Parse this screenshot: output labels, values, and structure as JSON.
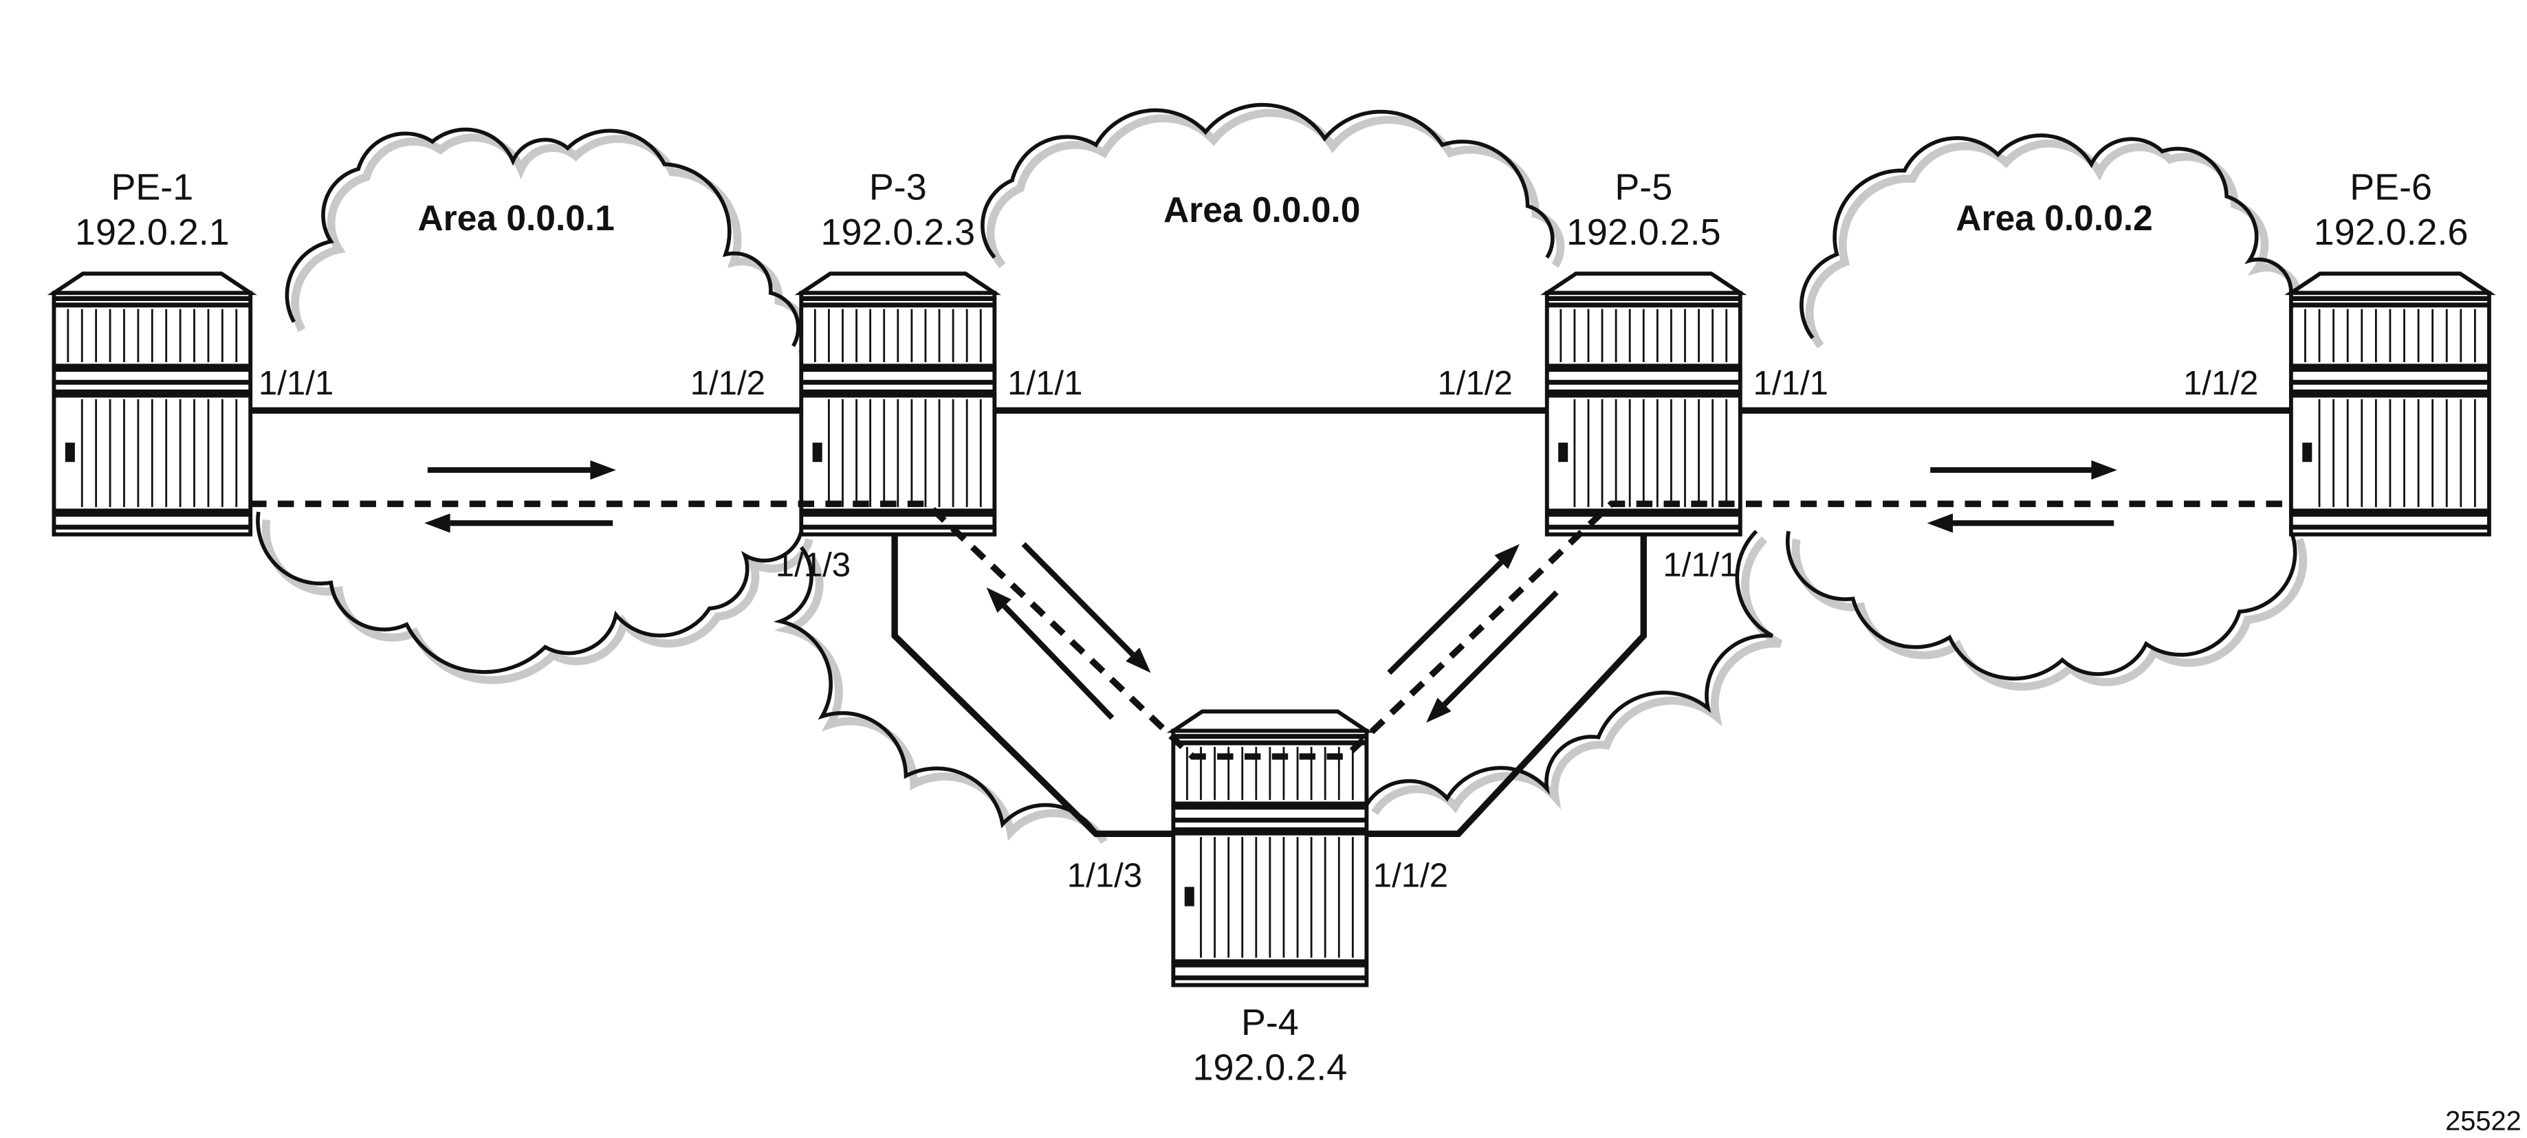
{
  "areas": [
    {
      "label": "Area 0.0.0.1"
    },
    {
      "label": "Area 0.0.0.0"
    },
    {
      "label": "Area 0.0.0.2"
    }
  ],
  "routers": {
    "pe1": {
      "name": "PE-1",
      "ip": "192.0.2.1"
    },
    "p3": {
      "name": "P-3",
      "ip": "192.0.2.3"
    },
    "p4": {
      "name": "P-4",
      "ip": "192.0.2.4"
    },
    "p5": {
      "name": "P-5",
      "ip": "192.0.2.5"
    },
    "pe6": {
      "name": "PE-6",
      "ip": "192.0.2.6"
    }
  },
  "ports": {
    "pe1_a": "1/1/1",
    "p3_a": "1/1/2",
    "p3_b": "1/1/1",
    "p3_c": "1/1/3",
    "p5_a": "1/1/2",
    "p5_b": "1/1/1",
    "p5_c": "1/1/1",
    "pe6_a": "1/1/2",
    "p4_a": "1/1/3",
    "p4_b": "1/1/2"
  },
  "figure_id": "25522",
  "colors": {
    "stroke": "#111111",
    "shadow": "#c8c8c8"
  }
}
